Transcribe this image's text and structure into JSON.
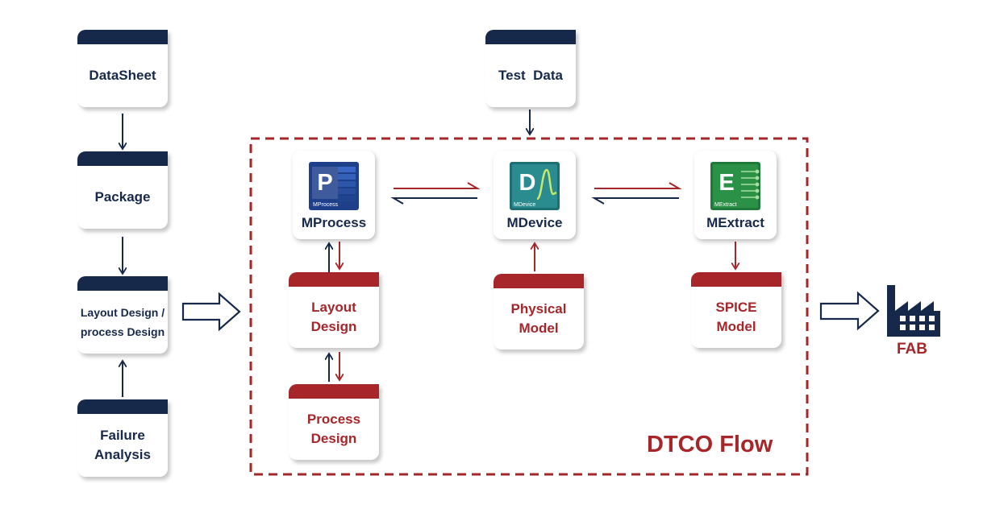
{
  "left_column": {
    "datasheet": "DataSheet",
    "package": "Package",
    "layout_process": [
      "Layout Design /",
      "process Design"
    ],
    "failure_analysis": [
      "Failure",
      "Analysis"
    ]
  },
  "top": {
    "test_data": "Test  Data"
  },
  "tools": {
    "mprocess": {
      "label": "MProcess",
      "letter": "P",
      "sub": "MProcess"
    },
    "mdevice": {
      "label": "MDevice",
      "letter": "D",
      "sub": "MDevice"
    },
    "mextract": {
      "label": "MExtract",
      "letter": "E",
      "sub": "MExtract"
    }
  },
  "red_boxes": {
    "layout_design": [
      "Layout",
      "Design"
    ],
    "process_design": [
      "Process",
      "Design"
    ],
    "physical_model": [
      "Physical",
      "Model"
    ],
    "spice_model": [
      "SPICE",
      "Model"
    ]
  },
  "flow_title": "DTCO Flow",
  "fab_label": "FAB",
  "colors": {
    "navy": "#17294b",
    "red": "#a6262a"
  }
}
